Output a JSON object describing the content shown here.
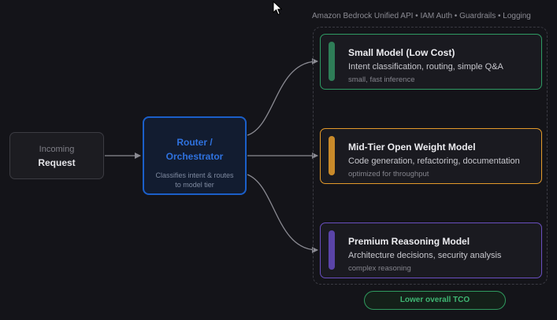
{
  "platform": {
    "label": "Amazon Bedrock Unified API • IAM Auth • Guardrails • Logging"
  },
  "incoming": {
    "line1": "Incoming",
    "line2": "Request"
  },
  "router": {
    "title": "Router / Orchestrator",
    "subtitle": "Classifies intent & routes to model tier",
    "color": "#1b5fc9"
  },
  "models": [
    {
      "name": "Small Model (Low Cost)",
      "description": "Intent classification, routing, simple Q&A",
      "note": "small, fast inference",
      "color": "#2e9a63"
    },
    {
      "name": "Mid-Tier Open Weight Model",
      "description": "Code generation, refactoring, documentation",
      "note": "optimized for throughput",
      "color": "#e39a2a"
    },
    {
      "name": "Premium Reasoning Model",
      "description": "Architecture decisions, security analysis",
      "note": "complex reasoning",
      "color": "#6a4fc0"
    }
  ],
  "footer": {
    "tco_label": "Lower overall TCO",
    "color": "#2f9a5e"
  }
}
